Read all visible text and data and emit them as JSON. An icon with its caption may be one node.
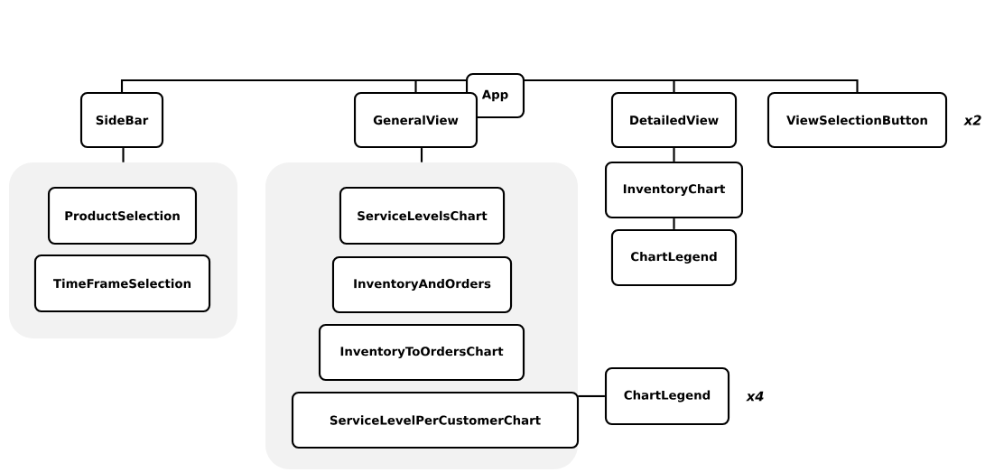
{
  "diagram": {
    "nodes": [
      {
        "text": [
          "App"
        ]
      },
      {
        "text": [
          "SideBar"
        ]
      },
      {
        "text": [
          "GeneralView"
        ]
      },
      {
        "text": [
          "DetailedView"
        ]
      },
      {
        "text": [
          "ViewSelectionButton"
        ],
        "beside": [
          "x2"
        ]
      },
      {
        "text": [],
        "shape": "box"
      },
      {
        "text": [
          "ProductSelection"
        ],
        "in": 5
      },
      {
        "text": [
          "TimeFrameSelection"
        ],
        "in": 5
      },
      {
        "text": [],
        "shape": "box"
      },
      {
        "text": [
          "ServiceLevelsChart"
        ],
        "in": 8
      },
      {
        "text": [
          "InventoryAndOrders"
        ],
        "in": 8
      },
      {
        "text": [
          "InventoryToOrdersChart"
        ],
        "in": 8
      },
      {
        "text": [
          "ServiceLevelPerCustomerChart"
        ],
        "in": 8
      },
      {
        "text": [
          "InventoryChart"
        ]
      },
      {
        "text": [
          "ChartLegend"
        ]
      },
      {
        "text": [
          "ChartLegend"
        ],
        "beside": [
          "x4"
        ]
      }
    ],
    "edges": [
      {
        "from": 0,
        "to": 1,
        "arrow": "none"
      },
      {
        "from": 0,
        "to": 2,
        "arrow": "none"
      },
      {
        "from": 0,
        "to": 3,
        "arrow": "none"
      },
      {
        "from": 0,
        "to": 4,
        "arrow": "none"
      },
      {
        "from": 1,
        "to": 5,
        "arrow": "none"
      },
      {
        "from": 2,
        "to": 8,
        "arrow": "none"
      },
      {
        "from": 3,
        "to": 13,
        "arrow": "none"
      },
      {
        "from": 13,
        "to": 14,
        "arrow": "none"
      },
      {
        "from": 8,
        "to": 15,
        "arrow": "none"
      }
    ]
  }
}
